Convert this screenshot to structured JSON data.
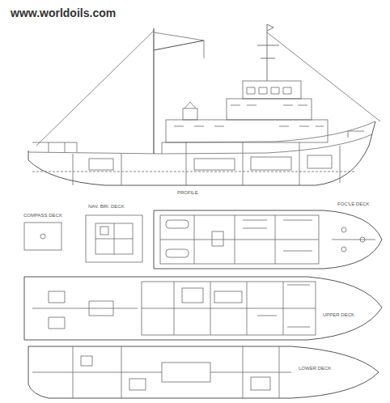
{
  "diagram": {
    "labels": [
      "www.worldoils.com",
      "PROFILE",
      "COMPASS DECK",
      "NAV. BRI. DECK",
      "FOC'LE DECK",
      "UPPER DECK",
      "LOWER DECK"
    ]
  }
}
